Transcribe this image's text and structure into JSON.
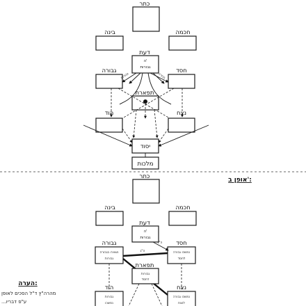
{
  "top": {
    "keter": "כתר",
    "binah": "בינה",
    "chochmah": "חכמה",
    "daat": "דעת",
    "daat_inner_1": "ה'",
    "daat_inner_2": "גבורות",
    "gevurah": "גבורה",
    "chesed": "חסד",
    "tiferet": "תפארת",
    "hod": "הוד",
    "netzach": "נצח",
    "yesod": "יסוד",
    "malchut": "מלכות",
    "arrow_left_label": "גבורות",
    "arrow_right_label": "גבורה"
  },
  "bottom": {
    "heading": "אופן ב':",
    "keter": "כתר",
    "binah": "בינה",
    "chochmah": "חכמה",
    "daat": "דעת",
    "daat_inner_1": "ה'",
    "daat_inner_2": "גבורות",
    "gevurah": "גבורה",
    "gevurah_inner_1": "נשארו בגבורה",
    "gevurah_inner_2": "גבורות",
    "chesed": "חסד",
    "chesed_inner_1": "נמשכו גבורה",
    "chesed_inner_2": "לחסד",
    "tiferet": "תפארת",
    "tiferet_inner_1": "גבורות",
    "tiferet_inner_2": "דחסד",
    "hod": "הוד",
    "hod_inner_1": "גבורות",
    "hod_inner_2": "נמשכו",
    "netzach": "נצח",
    "netzach_inner_1": "נמשכו גבורה",
    "netzach_inner_2": "לנצח",
    "line_label_1": "ה\"ג",
    "line_label_2": "ה\"ג"
  },
  "note": {
    "title": "הערה:",
    "line_1": "מהרה\"ץ ד\"ל הסכים לאופן",
    "line_2": "...ע\"פ דבריו"
  }
}
